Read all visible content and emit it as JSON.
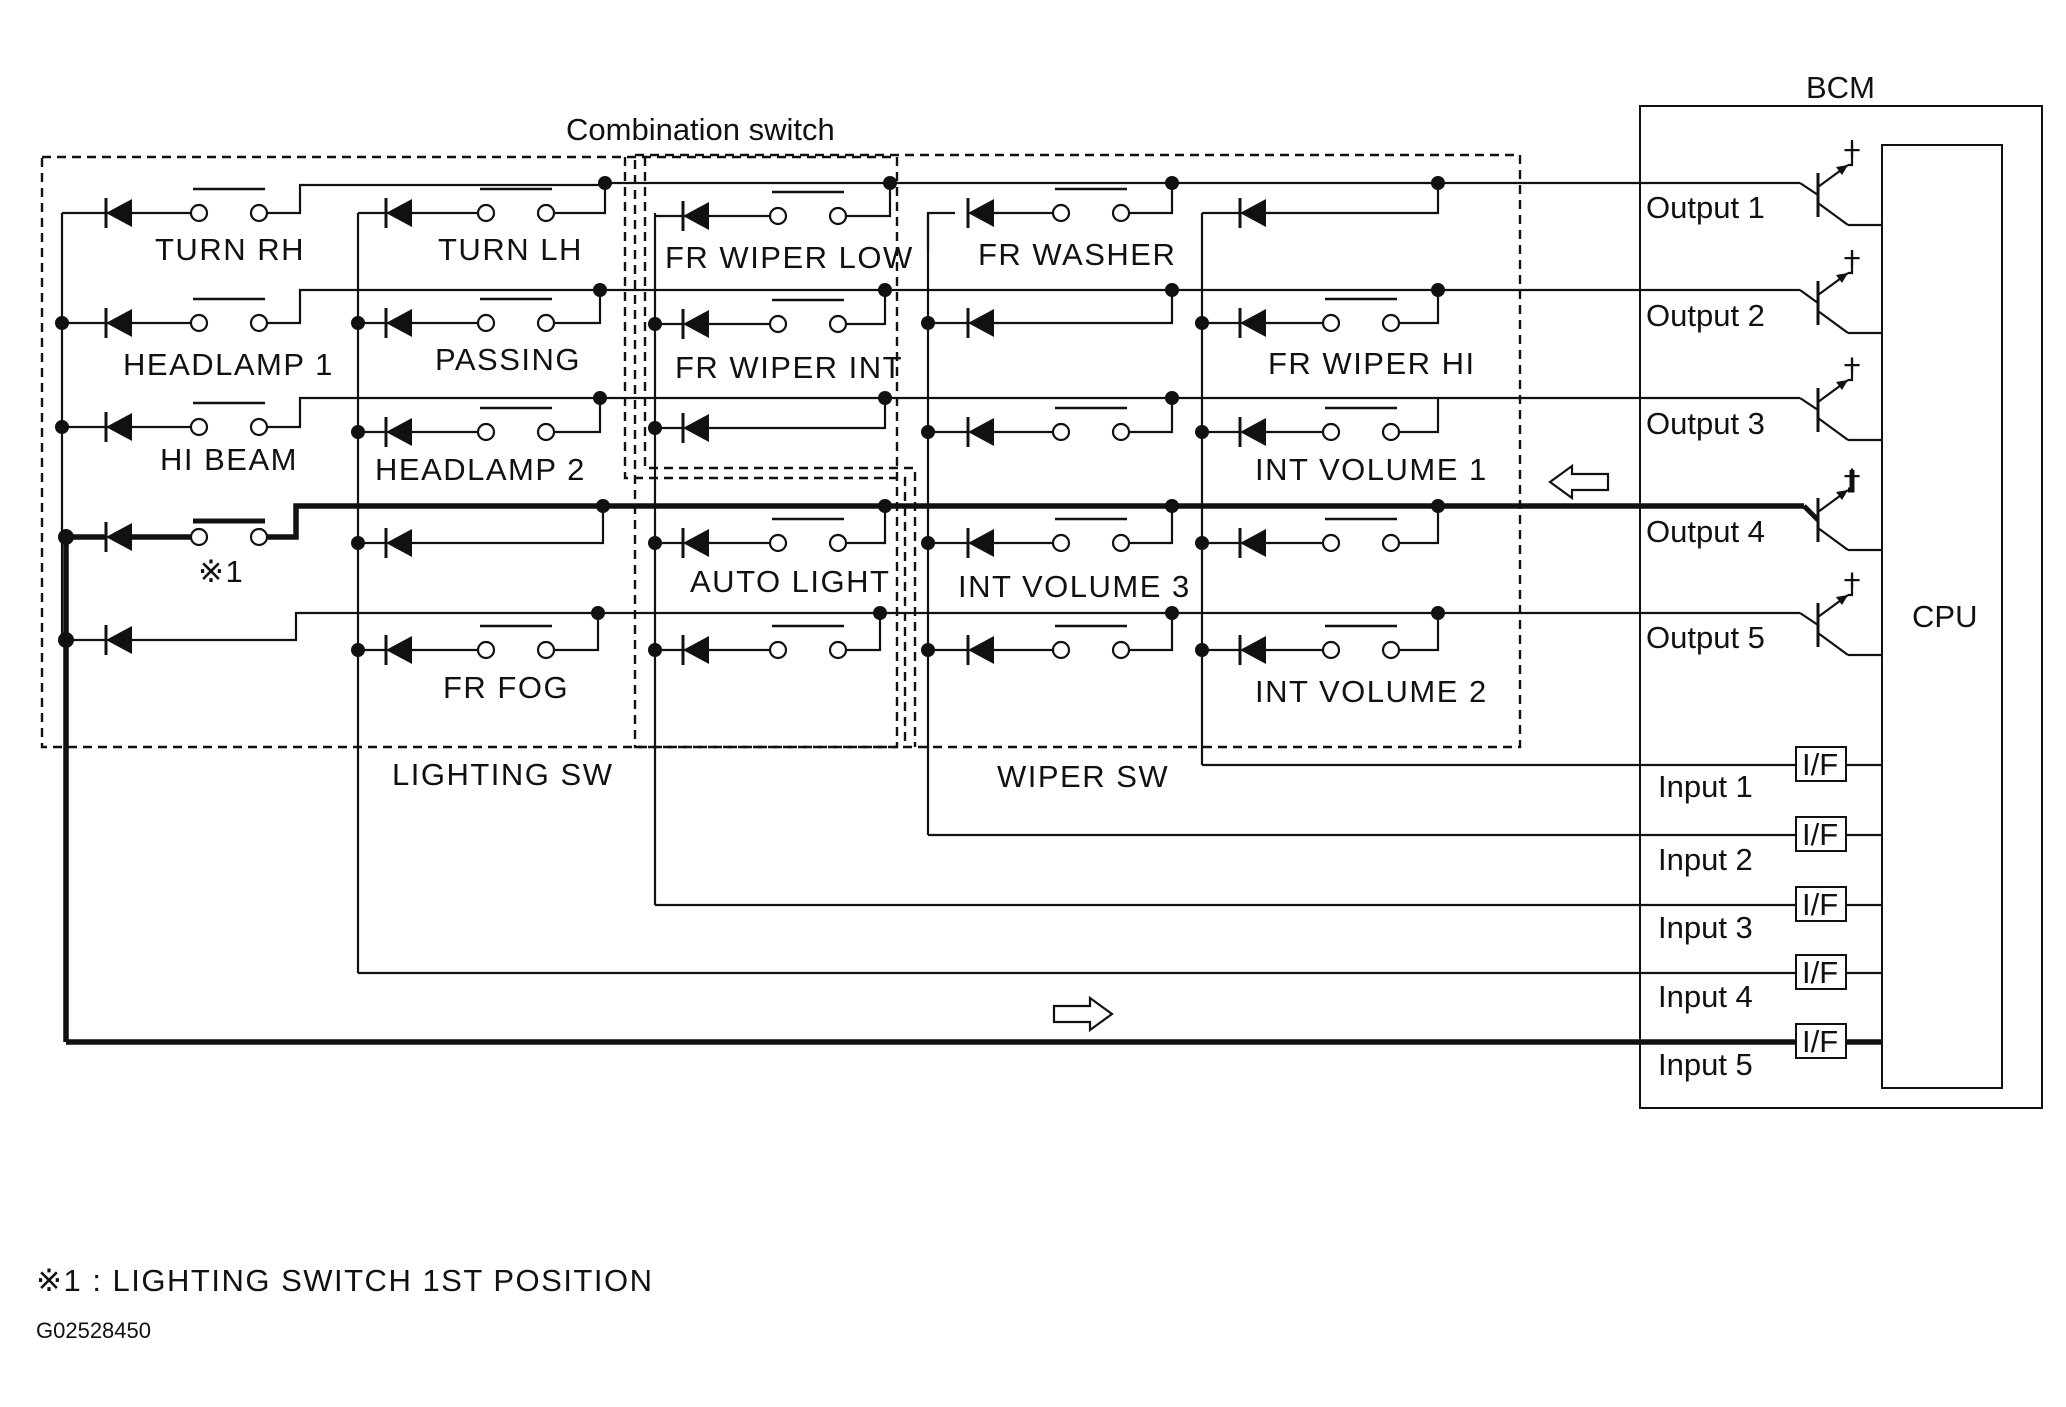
{
  "labels": {
    "combination_switch": "Combination switch",
    "bcm": "BCM",
    "cpu": "CPU",
    "lighting_sw": "LIGHTING SW",
    "wiper_sw": "WIPER SW",
    "turn_rh": "TURN RH",
    "turn_lh": "TURN LH",
    "headlamp1": "HEADLAMP 1",
    "passing": "PASSING",
    "hi_beam": "HI BEAM",
    "headlamp2": "HEADLAMP 2",
    "note_mark": "※1",
    "fr_fog": "FR FOG",
    "fr_wiper_low": "FR WIPER LOW",
    "fr_wiper_int": "FR WIPER INT",
    "auto_light": "AUTO LIGHT",
    "fr_washer": "FR WASHER",
    "fr_wiper_hi": "FR WIPER HI",
    "int_volume1": "INT VOLUME 1",
    "int_volume2": "INT VOLUME 2",
    "int_volume3": "INT VOLUME 3"
  },
  "outputs": [
    "Output 1",
    "Output 2",
    "Output 3",
    "Output 4",
    "Output 5"
  ],
  "inputs": [
    "Input 1",
    "Input 2",
    "Input 3",
    "Input 4",
    "Input 5"
  ],
  "interface_label": "I/F",
  "footnote": "※1 : LIGHTING SWITCH 1ST POSITION",
  "figure_code": "G02528450"
}
